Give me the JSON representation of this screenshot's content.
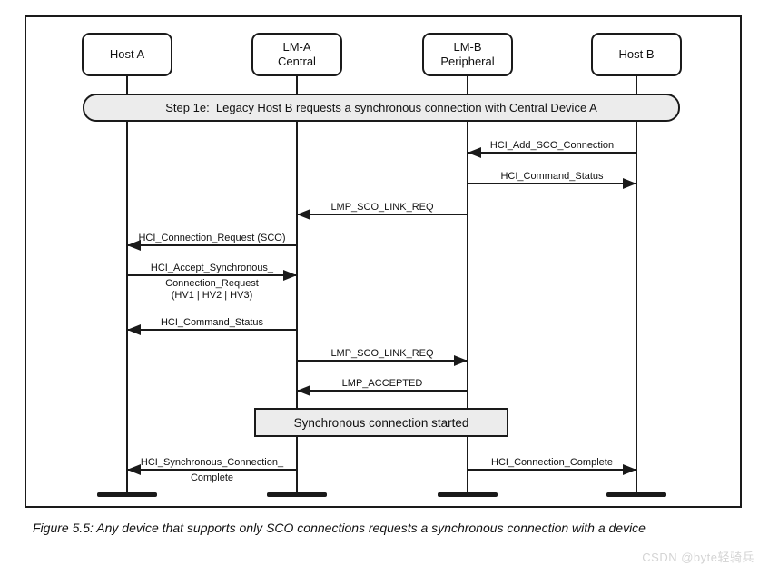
{
  "colors": {
    "line": "#1a1a1a",
    "banner_fill": "#ececec",
    "note_fill": "#ececec",
    "watermark_text": "#d4d4d4"
  },
  "diagram": {
    "actors": [
      {
        "label": "Host A"
      },
      {
        "label": "LM-A",
        "label2": "Central"
      },
      {
        "label": "LM-B",
        "label2": "Peripheral"
      },
      {
        "label": "Host B"
      }
    ],
    "banner": "Step 1e:  Legacy Host B requests a synchronous connection with Central Device A",
    "messages": [
      {
        "from": "Host B",
        "to": "LM-B Peripheral",
        "direction": "left",
        "label": "HCI_Add_SCO_Connection"
      },
      {
        "from": "LM-B Peripheral",
        "to": "Host B",
        "direction": "right",
        "label": "HCI_Command_Status"
      },
      {
        "from": "LM-B Peripheral",
        "to": "LM-A Central",
        "direction": "left",
        "label": "LMP_SCO_LINK_REQ"
      },
      {
        "from": "LM-A Central",
        "to": "Host A",
        "direction": "left",
        "label": "HCI_Connection_Request (SCO)"
      },
      {
        "from": "Host A",
        "to": "LM-A Central",
        "direction": "right",
        "label": "HCI_Accept_Synchronous_",
        "label2": "Connection_Request",
        "label3": "(HV1 | HV2 | HV3)"
      },
      {
        "from": "LM-A Central",
        "to": "Host A",
        "direction": "left",
        "label": "HCI_Command_Status"
      },
      {
        "from": "LM-A Central",
        "to": "LM-B Peripheral",
        "direction": "right",
        "label": "LMP_SCO_LINK_REQ"
      },
      {
        "from": "LM-B Peripheral",
        "to": "LM-A Central",
        "direction": "left",
        "label": "LMP_ACCEPTED"
      },
      {
        "from": "LM-A Central",
        "to": "Host A",
        "direction": "left",
        "label": "HCI_Synchronous_Connection_",
        "label2": "Complete"
      },
      {
        "from": "LM-B Peripheral",
        "to": "Host B",
        "direction": "right",
        "label": "HCI_Connection_Complete"
      }
    ],
    "note": "Synchronous connection started"
  },
  "caption": "Figure 5.5: Any device that supports only SCO connections requests a synchronous connection with a device",
  "watermark": "CSDN @byte轻骑兵"
}
